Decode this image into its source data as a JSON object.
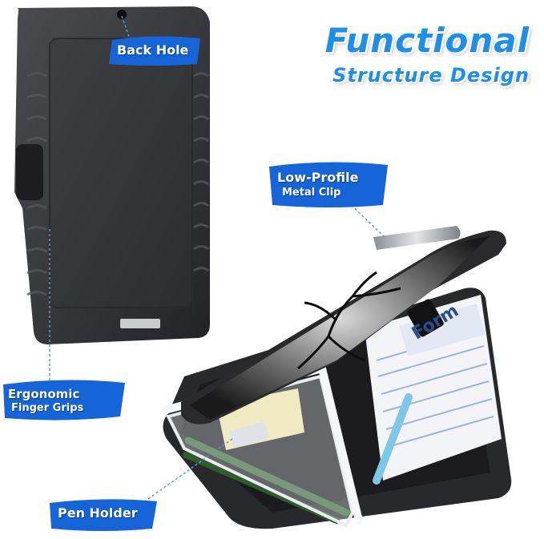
{
  "headline": {
    "line1": "Functional",
    "line2": "Structure Design"
  },
  "callouts": {
    "back_hole": "Back Hole",
    "clip_line1": "Low-Profile",
    "clip_line2": "Metal Clip",
    "grip_line1": "Ergonomic",
    "grip_line2": "Finger Grips",
    "pen_holder": "Pen Holder"
  },
  "form": {
    "title": "Form"
  },
  "colors": {
    "headline_blue": "#1e8fe8",
    "label_brush_blue": "#1565d8",
    "case_dark": "#2b2b2d",
    "case_mid": "#3d3e41",
    "sticky_note": "#f3e6a6",
    "pencil_green": "#3c6b3a"
  }
}
